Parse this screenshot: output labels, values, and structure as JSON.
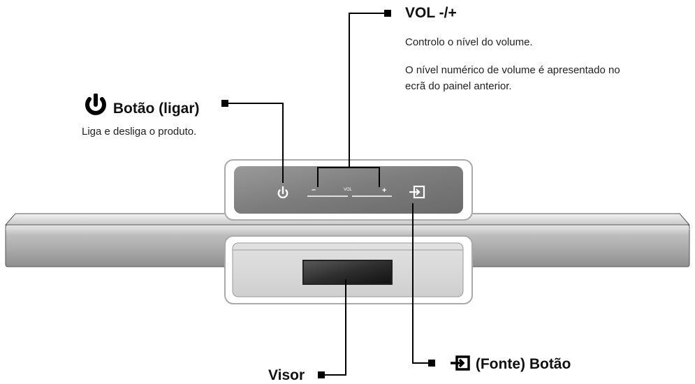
{
  "callouts": {
    "vol": {
      "title": "VOL -/+",
      "desc1": "Controlo o nível do volume.",
      "desc2_line1": "O nível numérico de volume é apresentado no",
      "desc2_line2": "ecrã do painel anterior."
    },
    "power": {
      "title": "Botão (ligar)",
      "desc": "Liga e desliga o produto.",
      "icon": "power-icon"
    },
    "source": {
      "title": "(Fonte) Botão",
      "icon": "source-input-icon"
    },
    "display": {
      "title": "Visor"
    }
  },
  "panel": {
    "vol_label": "VOL",
    "minus": "–",
    "plus": "+"
  }
}
